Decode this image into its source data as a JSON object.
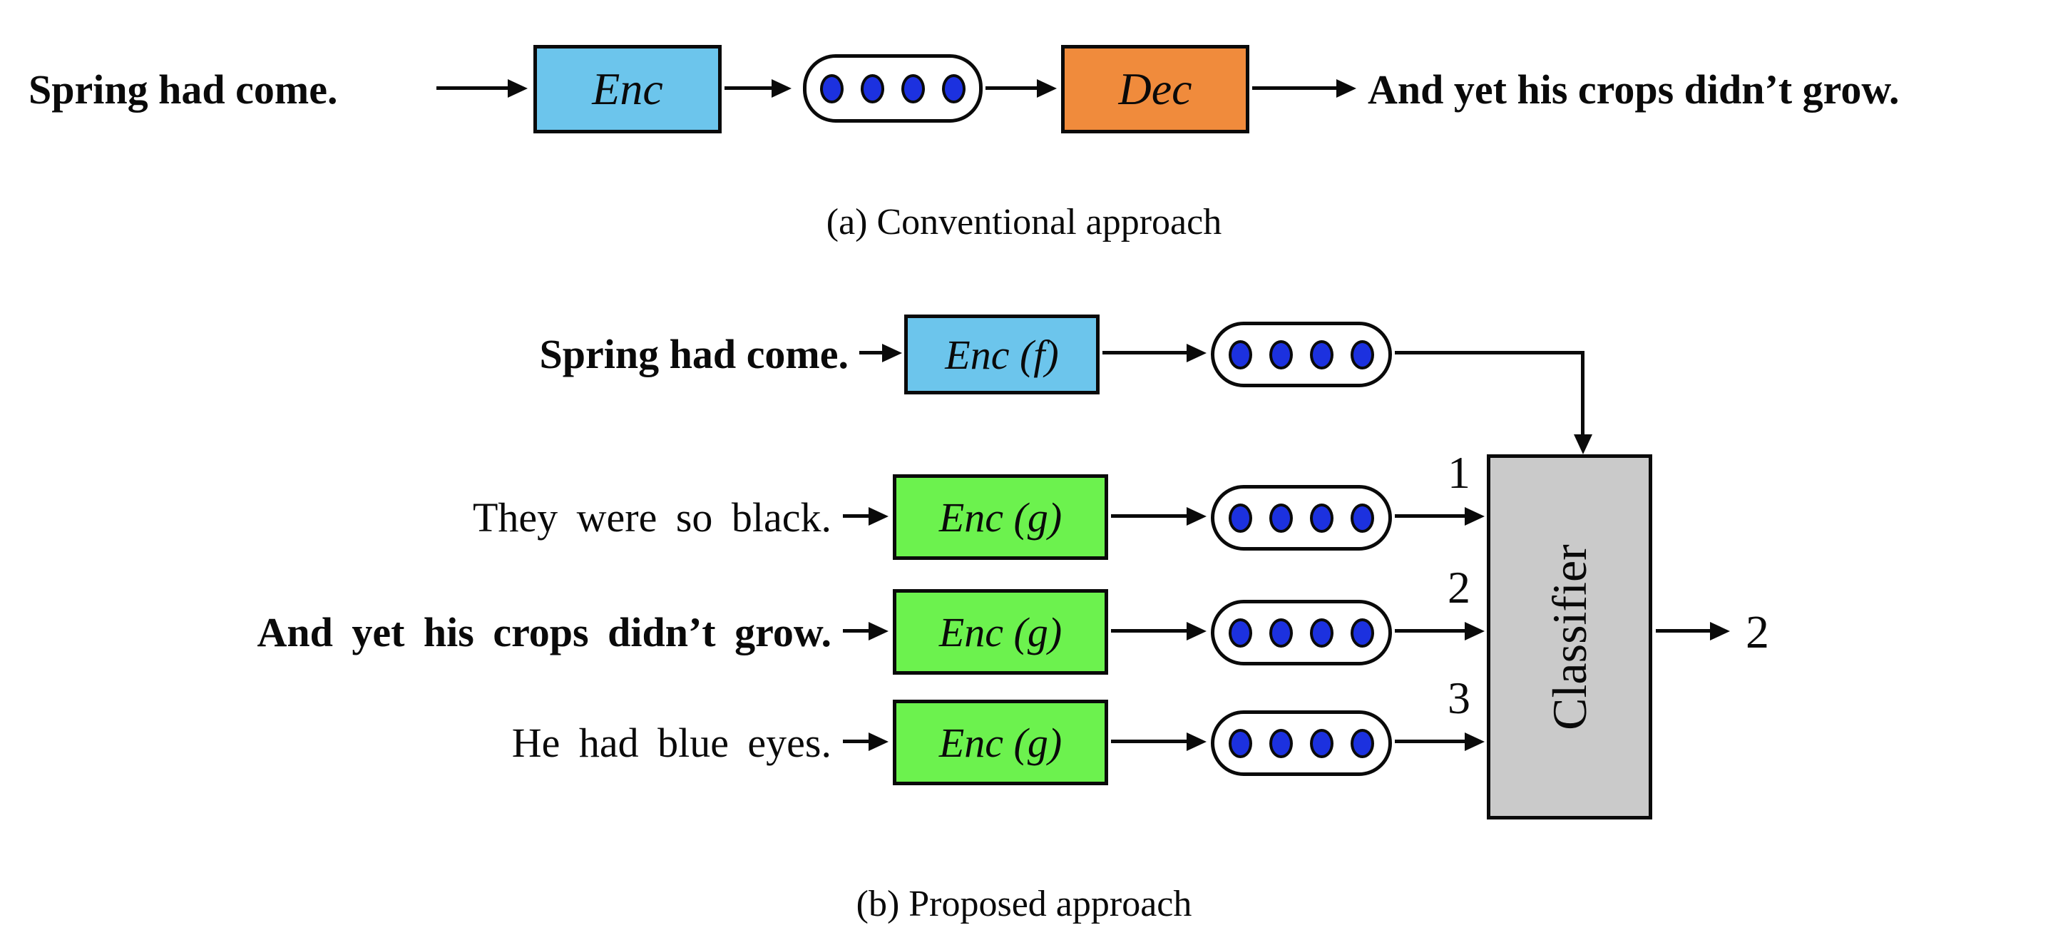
{
  "colors": {
    "encoder-blue": "#6CC5EC",
    "decoder-orange": "#F08B3C",
    "encoder-green": "#6CF24E",
    "classifier-gray": "#CACACA",
    "dot-blue": "#1C31DF"
  },
  "panel_a": {
    "caption": "(a) Conventional approach",
    "input_text": "Spring had come.",
    "encoder_label": "Enc",
    "decoder_label": "Dec",
    "output_text": "And yet his crops didn’t grow."
  },
  "panel_b": {
    "caption": "(b) Proposed approach",
    "source": {
      "text": "Spring had come.",
      "encoder_label": "Enc (f)"
    },
    "candidates": [
      {
        "index": "1",
        "text": "They were so black.",
        "encoder_label": "Enc (g)"
      },
      {
        "index": "2",
        "text": "And yet his crops didn’t grow.",
        "encoder_label": "Enc (g)"
      },
      {
        "index": "3",
        "text": "He had blue eyes.",
        "encoder_label": "Enc (g)"
      }
    ],
    "classifier_label": "Classifier",
    "output_label": "2"
  }
}
